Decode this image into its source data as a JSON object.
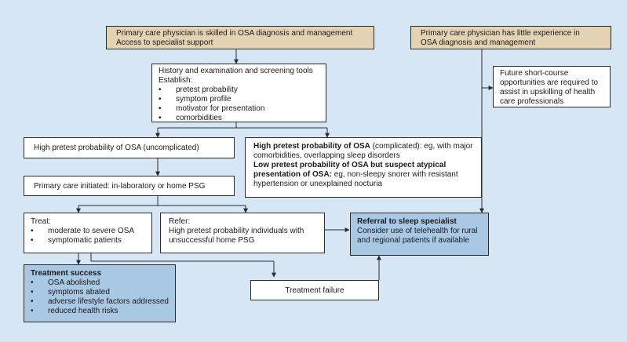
{
  "boxes": {
    "skilled": {
      "line1": "Primary care physician is skilled in OSA diagnosis and management",
      "line2": "Access to specialist support"
    },
    "little_experience": {
      "line1": "Primary care physician has little experience in",
      "line2": "OSA diagnosis and management"
    },
    "future": {
      "text": "Future short-course opportunities are required to assist in upskilling of health care professionals"
    },
    "history": {
      "title": "History and examination and screening tools",
      "subtitle": "Establish:",
      "items": [
        "pretest probability",
        "symptom profile",
        "motivator for presentation",
        "comorbidities"
      ]
    },
    "high_uncomplicated": {
      "text": "High pretest probability of OSA (uncomplicated)"
    },
    "complicated": {
      "bold1": "High pretest probability of OSA",
      "rest1": " (complicated): eg, with major comorbidities, overlapping sleep disorders",
      "bold2": "Low pretest probability of OSA but suspect atypical presentation of OSA:",
      "rest2": " eg, non-sleepy snorer with resistant hypertension or unexplained nocturia"
    },
    "primary_initiated": {
      "text": "Primary care initiated: in-laboratory or home PSG"
    },
    "treat": {
      "title": "Treat:",
      "items": [
        "moderate to severe OSA",
        "symptomatic patients"
      ]
    },
    "refer": {
      "title": "Refer:",
      "text": "High pretest probability individuals with unsuccessful home PSG"
    },
    "specialist": {
      "title": "Referral to sleep specialist",
      "text": "Consider use of telehealth for rural and regional patients if available"
    },
    "success": {
      "title": "Treatment success",
      "items": [
        "OSA abolished",
        "symptoms abated",
        "adverse lifestyle factors addressed",
        "reduced health risks"
      ]
    },
    "failure": {
      "text": "Treatment failure"
    }
  },
  "colors": {
    "background": "#d6e6f4",
    "tan_box": "#e3d3b3",
    "blue_box": "#a8c8e4",
    "line": "#2b2b2b"
  }
}
